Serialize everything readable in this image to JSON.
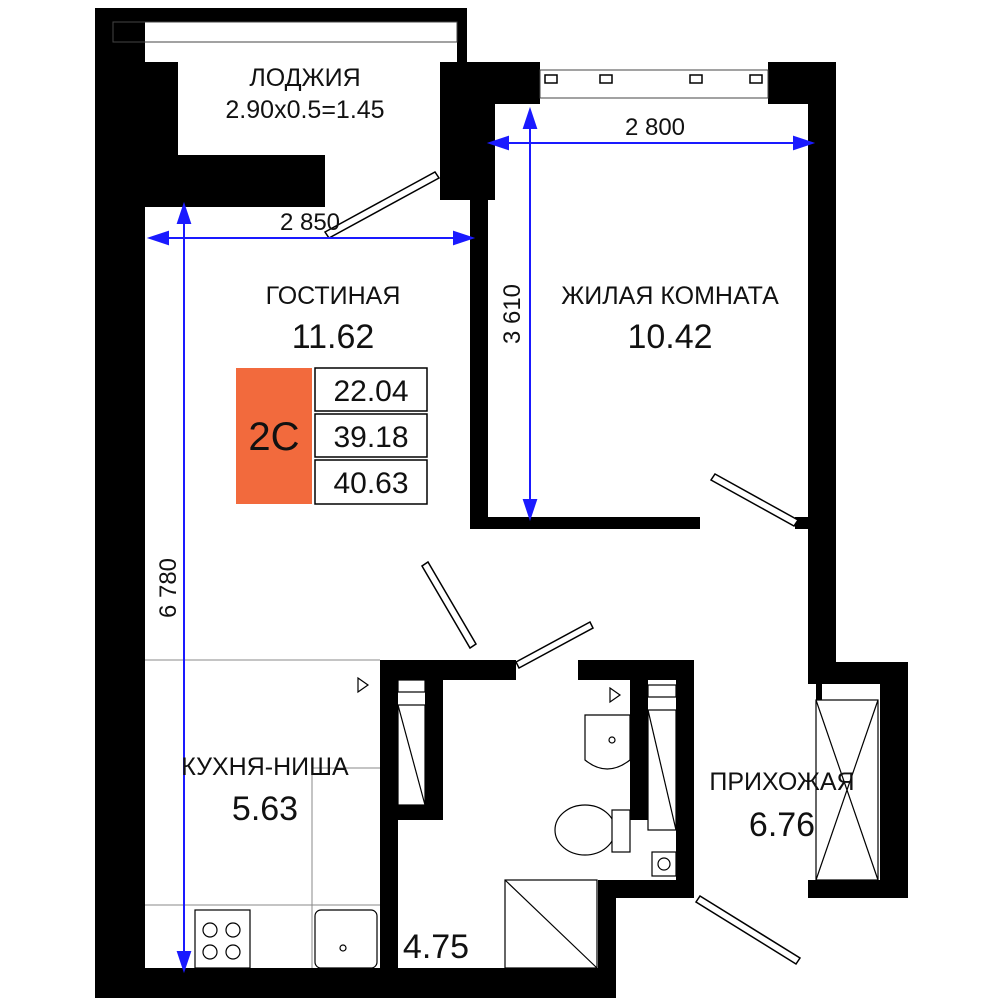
{
  "plan": {
    "colors": {
      "wall": "#000000",
      "dimension_line": "#1a1aff",
      "badge_fill": "#f26a3d",
      "text": "#111111"
    },
    "rooms": [
      {
        "id": "loggia",
        "name": "ЛОДЖИЯ",
        "area": "2.90x0.5=1.45"
      },
      {
        "id": "living",
        "name": "ГОСТИНАЯ",
        "area": "11.62"
      },
      {
        "id": "bedroom",
        "name": "ЖИЛАЯ КОМНАТА",
        "area": "10.42"
      },
      {
        "id": "kitchen",
        "name": "КУХНЯ-НИША",
        "area": "5.63"
      },
      {
        "id": "hallway",
        "name": "ПРИХОЖАЯ",
        "area": "6.76"
      },
      {
        "id": "bathroom",
        "name": "",
        "area": "4.75"
      }
    ],
    "dimensions": {
      "loggia_width": "2 850",
      "bedroom_width": "2 800",
      "bedroom_depth": "3 610",
      "living_depth": "6 780"
    },
    "badge": {
      "type": "2С",
      "values": [
        "22.04",
        "39.18",
        "40.63"
      ]
    },
    "icons": [
      "stove-icon",
      "sink-icon",
      "washbasin-icon",
      "toilet-icon",
      "shower-tray-icon",
      "wardrobe-icon",
      "riser-icon",
      "vent-triangle-icon"
    ]
  }
}
